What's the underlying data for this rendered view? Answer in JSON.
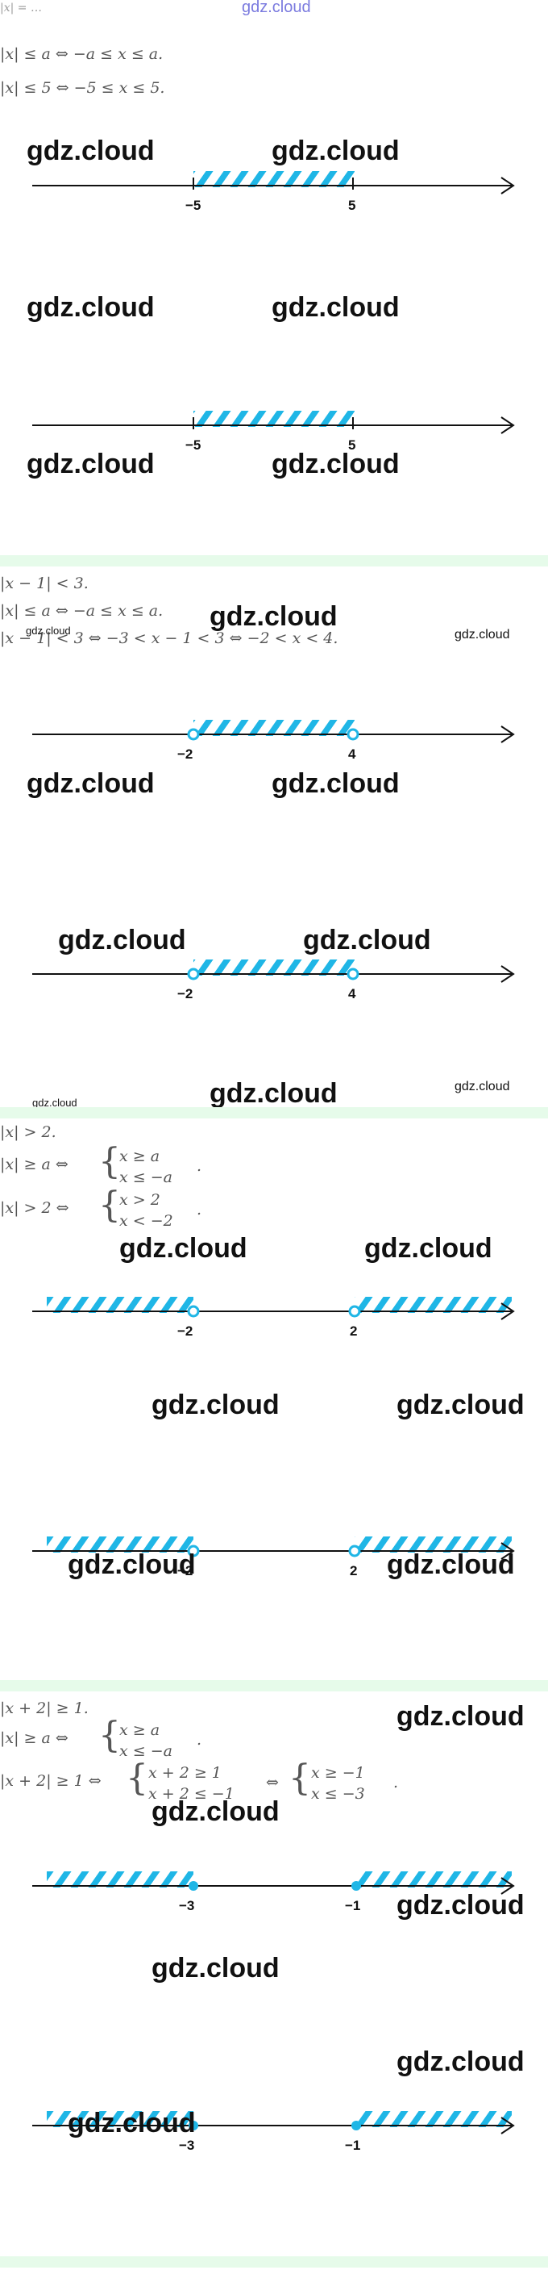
{
  "top_watermark": "gdz.cloud",
  "watermark": "gdz.cloud",
  "colors": {
    "hatch": "#1fb6e6",
    "band": "#e6fbea",
    "axis": "#111111"
  },
  "section1": {
    "line_top": "|x|  =  …",
    "rule": "|x|  ≤  a  ⇔  −a  ≤  x  ≤  a.",
    "example": "|x|  ≤  5  ⇔  −5  ≤  x  ≤  5.",
    "axis_labels": [
      "−5",
      "5"
    ]
  },
  "section2": {
    "problem": "|x − 1|  <  3.",
    "rule": "|x|  ≤  a  ⇔  −a  ≤  x  ≤  a.",
    "solution": "|x − 1|  <  3  ⇔  −3  <  x − 1  <  3  ⇔  −2  <  x  <  4.",
    "axis_labels": [
      "−2",
      "4"
    ]
  },
  "section3": {
    "problem": "|x|  >  2.",
    "rule_lhs": "|x|  ≥  a  ⇔",
    "rule_sys": [
      "x  ≥  a",
      "x  ≤  −a"
    ],
    "example_lhs": "|x|  >  2  ⇔",
    "example_sys": [
      "x  >  2",
      "x  <  −2"
    ],
    "axis_labels": [
      "−2",
      "2"
    ]
  },
  "section4": {
    "problem": "|x + 2|  ≥  1.",
    "rule_lhs": "|x|  ≥  a  ⇔",
    "rule_sys": [
      "x  ≥  a",
      "x  ≤  −a"
    ],
    "example_lhs": "|x + 2|  ≥  1  ⇔",
    "example_sys1": [
      "x + 2  ≥  1",
      "x + 2  ≤  −1"
    ],
    "arrow": "⇔",
    "example_sys2": [
      "x  ≥  −1",
      "x  ≤  −3"
    ],
    "axis_labels": [
      "−3",
      "−1"
    ]
  }
}
